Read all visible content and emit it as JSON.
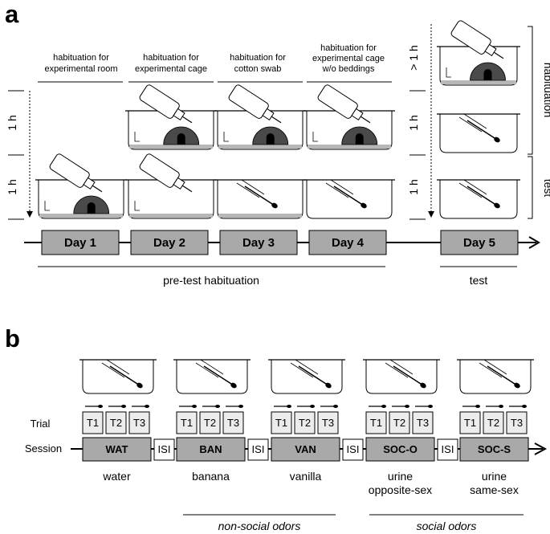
{
  "panel_a": {
    "label": "a",
    "captions": [
      [
        "habituation for",
        "experimental room"
      ],
      [
        "habituation for",
        "experimental cage"
      ],
      [
        "habituation for",
        "cotton swab"
      ],
      [
        "habituation for",
        "experimental cage",
        "w/o beddings"
      ]
    ],
    "time_left": [
      "1 h",
      "1 h"
    ],
    "time_right": [
      "> 1 h",
      "1 h",
      "1 h"
    ],
    "phase_right": [
      "habituation",
      "test"
    ],
    "days": [
      "Day 1",
      "Day 2",
      "Day 3",
      "Day 4",
      "Day 5"
    ],
    "bracket_pretest": "pre-test habituation",
    "bracket_test": "test"
  },
  "panel_b": {
    "label": "b",
    "row_trial": "Trial",
    "row_session": "Session",
    "trials": [
      "T1",
      "T2",
      "T3"
    ],
    "isi": "ISI",
    "sessions": [
      {
        "code": "WAT",
        "desc": [
          "water"
        ]
      },
      {
        "code": "BAN",
        "desc": [
          "banana"
        ]
      },
      {
        "code": "VAN",
        "desc": [
          "vanilla"
        ]
      },
      {
        "code": "SOC-O",
        "desc": [
          "urine",
          "opposite-sex"
        ]
      },
      {
        "code": "SOC-S",
        "desc": [
          "urine",
          "same-sex"
        ]
      }
    ],
    "group_nonsocial": "non-social odors",
    "group_social": "social odors"
  },
  "colors": {
    "box_fill": "#a9a9a9",
    "trial_fill": "#ececec",
    "bedding": "#b7b7b7",
    "shelter": "#4a4a4a"
  }
}
